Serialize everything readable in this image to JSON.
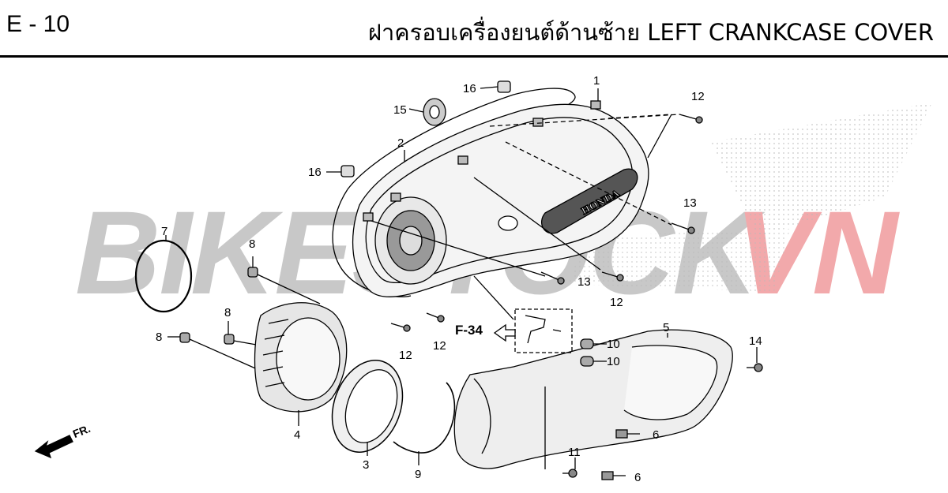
{
  "header": {
    "code": "E - 10",
    "title": "ฝาครอบเครื่องยนต์ด้านซ้าย  LEFT CRANKCASE COVER"
  },
  "watermark": {
    "part1": "BIKESTOCK",
    "part2": "VN",
    "color1": "#c8c8c8",
    "color2": "#f2a9ab"
  },
  "diagram": {
    "ref_label": "F-34",
    "fr_label": "FR.",
    "brand_plate": "HONDA",
    "callouts": {
      "c1": "1",
      "c2": "2",
      "c3": "3",
      "c4": "4",
      "c5": "5",
      "c6a": "6",
      "c6b": "6",
      "c7": "7",
      "c8a": "8",
      "c8b": "8",
      "c8c": "8",
      "c9": "9",
      "c10a": "10",
      "c10b": "10",
      "c11": "11",
      "c12a": "12",
      "c12b": "12",
      "c12c": "12",
      "c12d": "12",
      "c13a": "13",
      "c13b": "13",
      "c14": "14",
      "c15": "15",
      "c16a": "16",
      "c16b": "16"
    }
  }
}
